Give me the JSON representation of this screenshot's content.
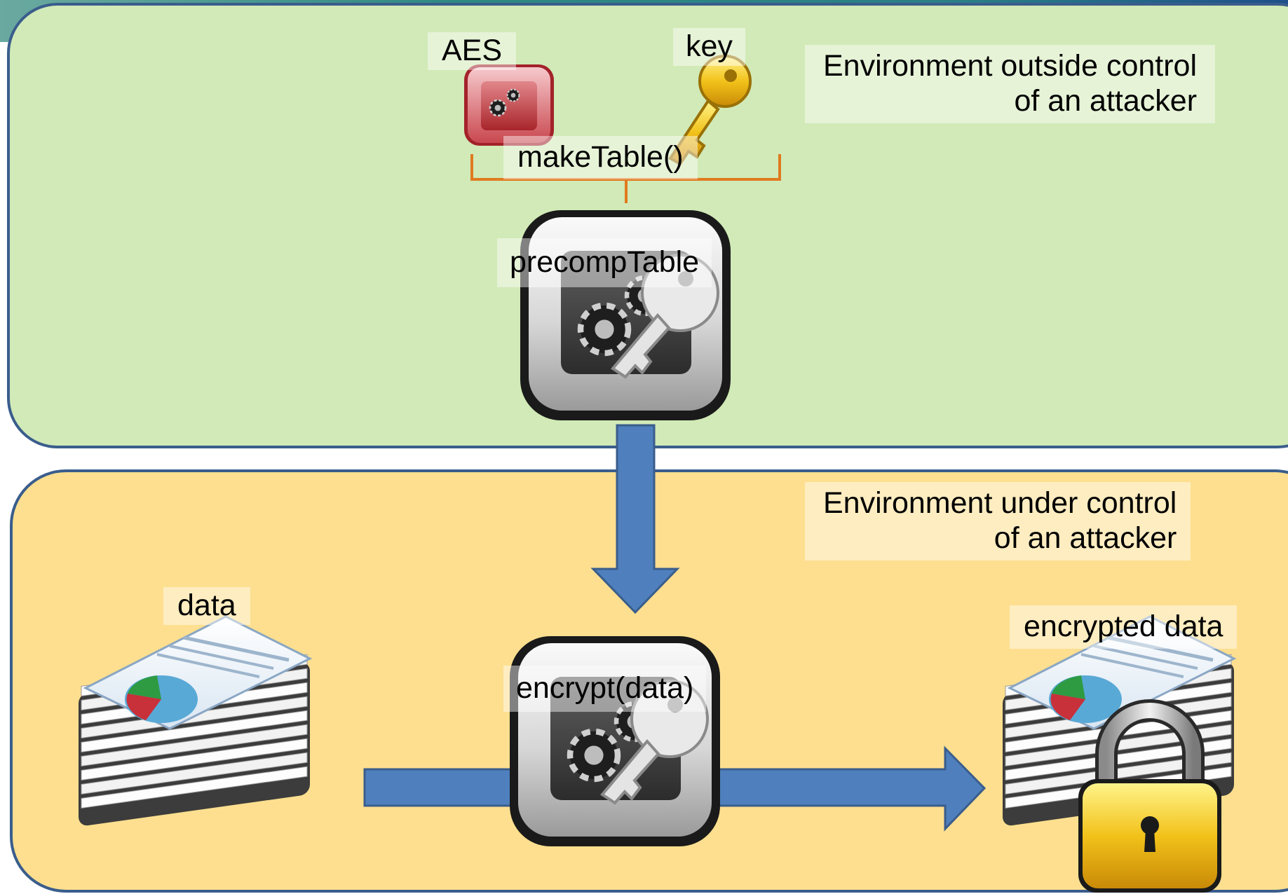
{
  "labels": {
    "aes": "AES",
    "key": "key",
    "make_table": "makeTable()",
    "precomp_table": "precompTable",
    "data": "data",
    "encrypt": "encrypt(data)",
    "encrypted_data": "encrypted data"
  },
  "zones": {
    "outside": {
      "line1": "Environment outside control",
      "line2": "of an attacker",
      "color": "#d1eab7"
    },
    "under": {
      "line1": "Environment under control",
      "line2": "of an attacker",
      "color": "#fddf8f"
    }
  },
  "colors": {
    "zone_border": "#3a5d8c",
    "arrow": "#4f80bd",
    "bracket": "#e07a1f",
    "header_band": "#2e8b84"
  },
  "icons": [
    "aes-module-icon",
    "key-icon",
    "precomp-table-icon",
    "data-document-stack-icon",
    "encrypt-module-icon",
    "encrypted-document-stack-icon",
    "padlock-icon"
  ]
}
